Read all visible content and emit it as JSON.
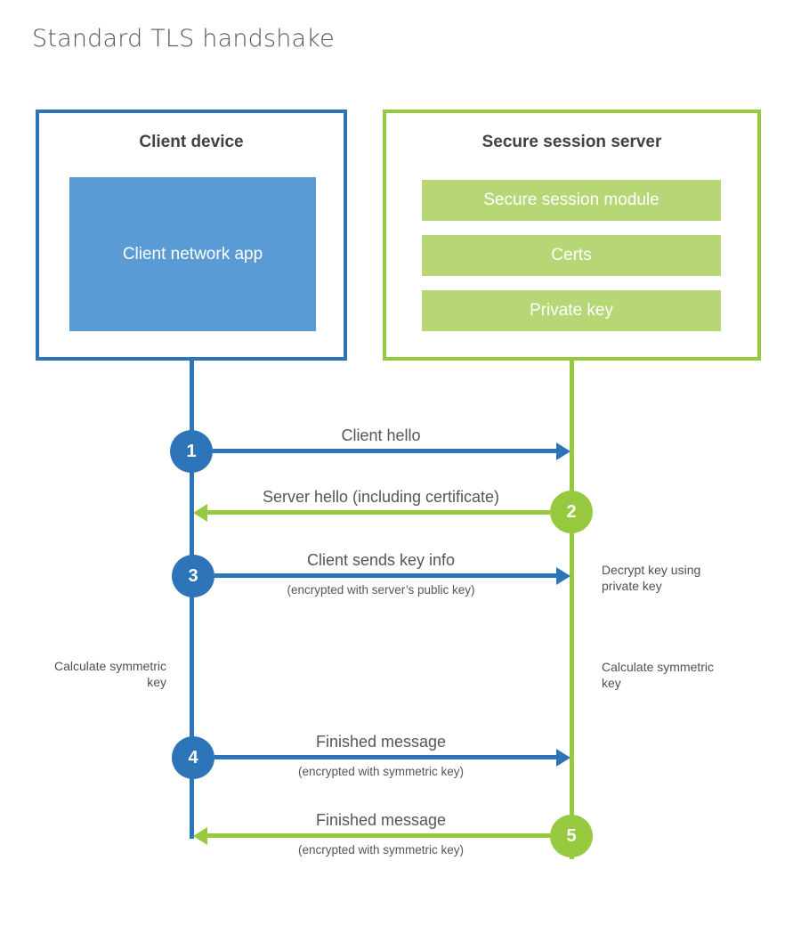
{
  "title": "Standard TLS handshake",
  "colors": {
    "blue": "#2e74b8",
    "blue_light": "#5b9bd5",
    "green": "#97c93f",
    "green_light": "#b7d675",
    "heading_text": "#3f4245",
    "body_text": "#54565a"
  },
  "client_box": {
    "title": "Client device",
    "app_label": "Client network app"
  },
  "server_box": {
    "title": "Secure session server",
    "modules": [
      "Secure session module",
      "Certs",
      "Private key"
    ]
  },
  "messages": [
    {
      "step": "1",
      "direction": "client-to-server",
      "label": "Client hello"
    },
    {
      "step": "2",
      "direction": "server-to-client",
      "label": "Server hello (including certificate)"
    },
    {
      "step": "3",
      "direction": "client-to-server",
      "label": "Client sends key info",
      "sub": "(encrypted with server’s public key)"
    },
    {
      "step": "4",
      "direction": "client-to-server",
      "label": "Finished message",
      "sub": "(encrypted with symmetric key)"
    },
    {
      "step": "5",
      "direction": "server-to-client",
      "label": "Finished message",
      "sub": "(encrypted with symmetric key)"
    }
  ],
  "annotations": {
    "decrypt_note": "Decrypt key using private key",
    "client_calc_note": "Calculate symmetric key",
    "server_calc_note": "Calculate symmetric key"
  }
}
